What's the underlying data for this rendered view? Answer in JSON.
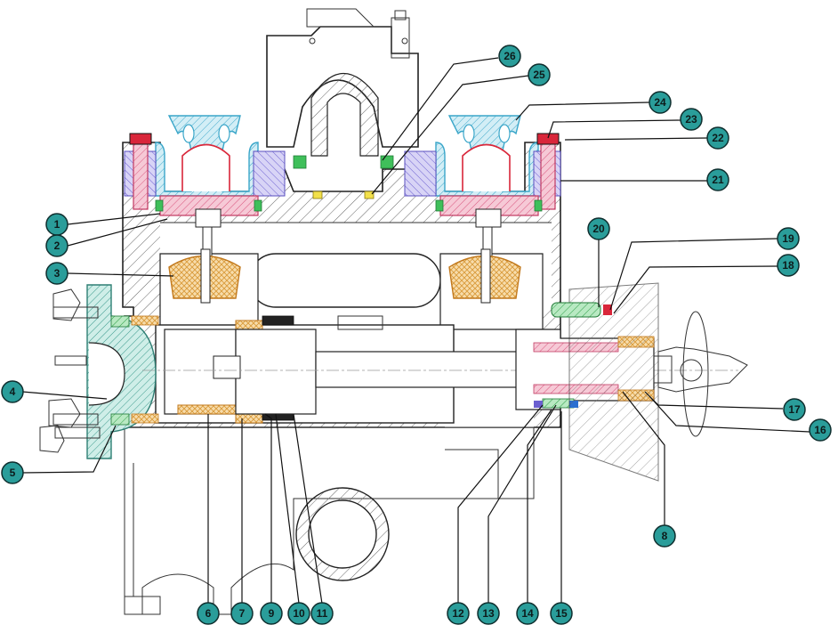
{
  "colors": {
    "callout_fill": "#2a9d9a",
    "callout_text": "#0d1b1b",
    "hatch": "#555555",
    "pink_part": "#e88aa8",
    "blue_part": "#59b7d4",
    "yellow_part": "#f0c27a",
    "green_part": "#3fbf5a",
    "indigo_part": "#7b6fd8",
    "red_part": "#d9263a"
  },
  "callouts": [
    {
      "id": "1",
      "label": "1"
    },
    {
      "id": "2",
      "label": "2"
    },
    {
      "id": "3",
      "label": "3"
    },
    {
      "id": "4",
      "label": "4"
    },
    {
      "id": "5",
      "label": "5"
    },
    {
      "id": "6",
      "label": "6"
    },
    {
      "id": "7",
      "label": "7"
    },
    {
      "id": "8",
      "label": "8"
    },
    {
      "id": "9",
      "label": "9"
    },
    {
      "id": "10",
      "label": "10"
    },
    {
      "id": "11",
      "label": "11"
    },
    {
      "id": "12",
      "label": "12"
    },
    {
      "id": "13",
      "label": "13"
    },
    {
      "id": "14",
      "label": "14"
    },
    {
      "id": "15",
      "label": "15"
    },
    {
      "id": "16",
      "label": "16"
    },
    {
      "id": "17",
      "label": "17"
    },
    {
      "id": "18",
      "label": "18"
    },
    {
      "id": "19",
      "label": "19"
    },
    {
      "id": "20",
      "label": "20"
    },
    {
      "id": "21",
      "label": "21"
    },
    {
      "id": "22",
      "label": "22"
    },
    {
      "id": "23",
      "label": "23"
    },
    {
      "id": "24",
      "label": "24"
    },
    {
      "id": "25",
      "label": "25"
    },
    {
      "id": "26",
      "label": "26"
    }
  ]
}
